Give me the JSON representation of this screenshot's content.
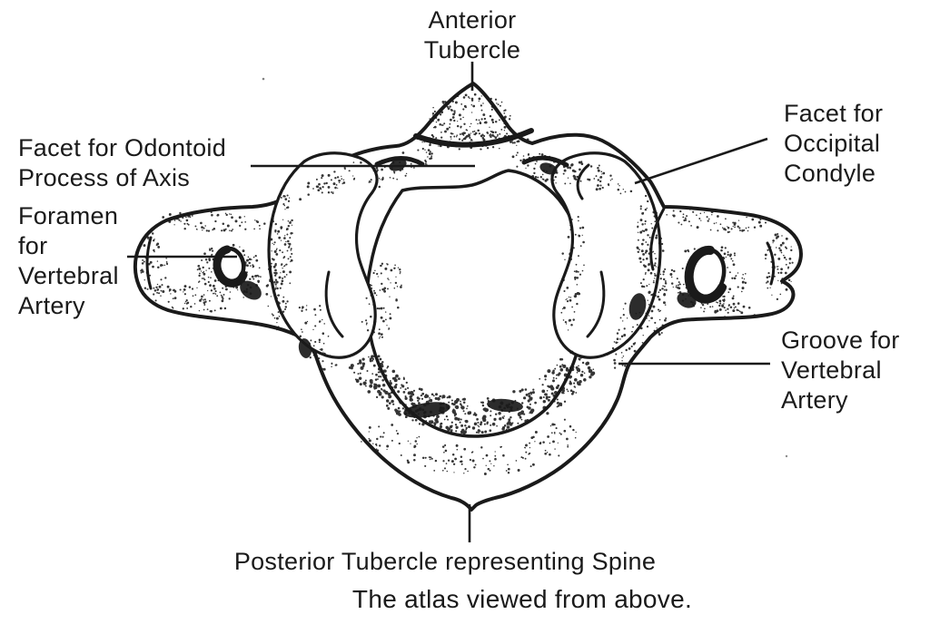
{
  "figure": {
    "caption": "The atlas viewed from above.",
    "labels": {
      "anterior_tubercle": [
        "Anterior",
        "Tubercle"
      ],
      "facet_for_odontoid": [
        "Facet for Odontoid",
        "Process of Axis"
      ],
      "foramen_for_vertebral_artery": [
        "Foramen",
        "for",
        "Vertebral",
        "Artery"
      ],
      "facet_for_occipital_condyle": [
        "Facet for",
        "Occipital",
        "Condyle"
      ],
      "groove_for_vertebral_artery": [
        "Groove for",
        "Vertebral",
        "Artery"
      ],
      "posterior_tubercle": "Posterior Tubercle representing Spine"
    },
    "colors": {
      "ink": "#1a1a1a",
      "paper": "#ffffff"
    }
  }
}
